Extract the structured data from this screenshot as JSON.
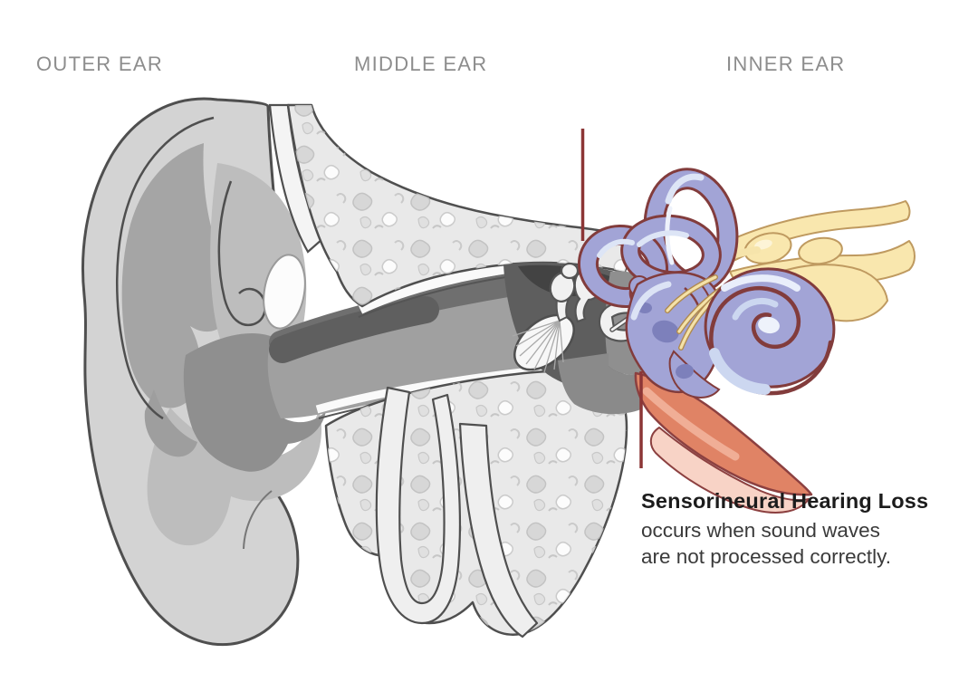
{
  "diagram": {
    "section_labels": [
      {
        "id": "outer-ear",
        "label": "OUTER EAR"
      },
      {
        "id": "middle-ear",
        "label": "MIDDLE EAR"
      },
      {
        "id": "inner-ear",
        "label": "INNER EAR"
      }
    ],
    "caption": {
      "heading": "Sensorineural Hearing Loss",
      "body_line_1": "occurs when sound waves",
      "body_line_2": "are not processed correctly."
    },
    "illustration_parts": [
      "pinna-outer-ear",
      "ear-canal",
      "temporal-bone",
      "eardrum-tympanic-membrane",
      "ossicles-malleus-incus-stapes",
      "middle-ear-cavity",
      "eustachian-tube",
      "semicircular-canals",
      "vestibule",
      "cochlea",
      "auditory-nerve-fibers"
    ],
    "colors": {
      "background": "#ffffff",
      "label_gray": "#8d8d8d",
      "caption_heading": "#1c1c1c",
      "caption_body": "#3a3a3a",
      "divider_line_maroon": "#8c3636",
      "inner_ear_purple": "#a2a4d6",
      "inner_ear_purple_dark": "#7d80bb",
      "inner_ear_outline": "#823c3c",
      "nerve_yellow": "#f9e7ae",
      "nerve_outline": "#bf9a60",
      "eustachian_salmon": "#e08365",
      "eustachian_pink": "#f8d3c6",
      "skin_cartilage_gray": "#d3d3d3",
      "bone_gray": "#e9e9e9",
      "canal_interior_gray": "#a0a0a0",
      "cavity_dark_gray": "#5e5e5e",
      "outline_gray": "#4f4f4f"
    }
  }
}
